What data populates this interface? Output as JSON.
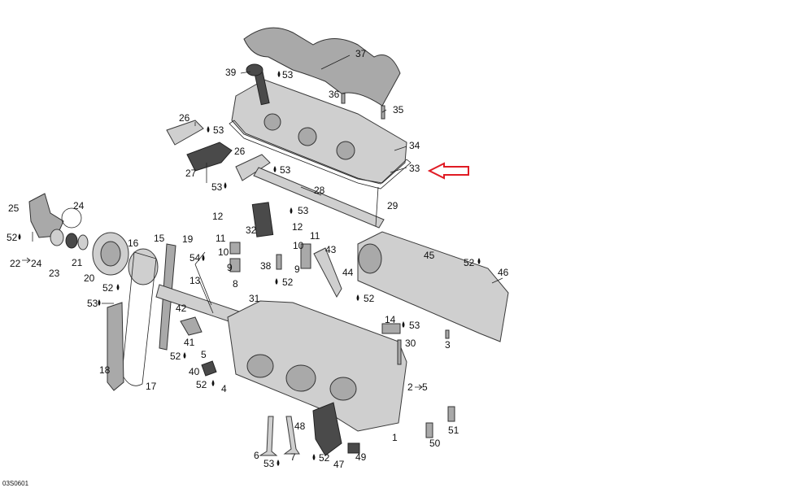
{
  "labels": {
    "l37": "37",
    "l39": "39",
    "l53a": "53",
    "l36": "36",
    "l35": "35",
    "l26a": "26",
    "l53b": "53",
    "l26b": "26",
    "l27": "27",
    "l53c": "53",
    "l53d": "53",
    "l34": "34",
    "l33": "33",
    "l28": "28",
    "l29": "29",
    "l25": "25",
    "l24": "24",
    "l52a": "52",
    "l22": "22",
    "l24b": "24",
    "l23": "23",
    "l21": "21",
    "l12a": "12",
    "l32": "32",
    "l53e": "53",
    "l12b": "12",
    "l11a": "11",
    "l11b": "11",
    "l10a": "10",
    "l10b": "10",
    "l9a": "9",
    "l9b": "9",
    "l43": "43",
    "l16": "16",
    "l15": "15",
    "l19": "19",
    "l54": "54",
    "l45": "45",
    "l52b": "52",
    "l46": "46",
    "l20": "20",
    "l52c": "52",
    "l38": "38",
    "l44": "44",
    "l13": "13",
    "l8": "8",
    "l31": "31",
    "l52d": "52",
    "l52e": "52",
    "l53f": "53",
    "l42": "42",
    "l14": "14",
    "l53g": "53",
    "l41": "41",
    "l3": "3",
    "l30": "30",
    "l52f": "52",
    "l5": "5",
    "l18": "18",
    "l40": "40",
    "l52g": "52",
    "l4": "4",
    "l17": "17",
    "l2": "2",
    "l5b": "5",
    "l51": "51",
    "l48": "48",
    "l1": "1",
    "l50": "50",
    "l6": "6",
    "l53h": "53",
    "l7": "7",
    "l52h": "52",
    "l47": "47",
    "l49": "49"
  },
  "diagram_code": "03S0601",
  "colors": {
    "callout_arrow": "#e01b24",
    "part_fill": "#cfcfcf",
    "outline": "#3a3a3a"
  }
}
